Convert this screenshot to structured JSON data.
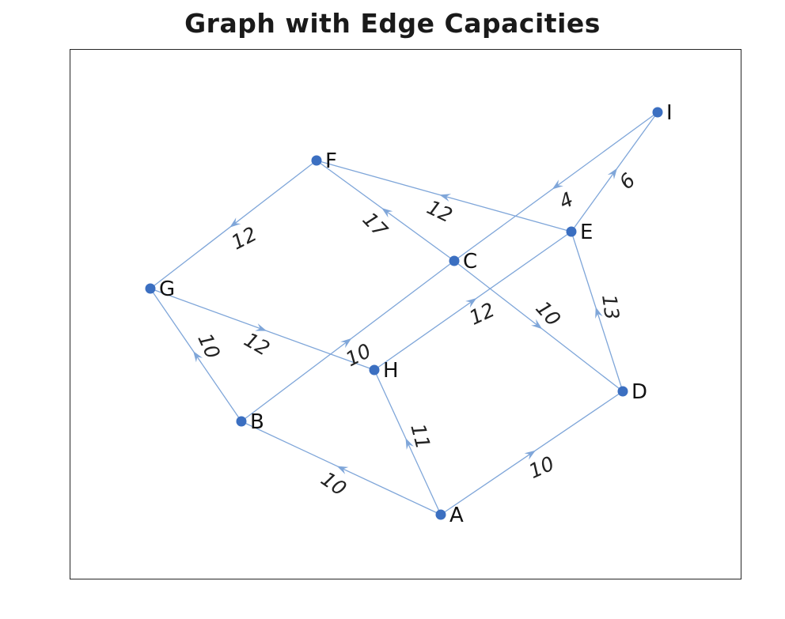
{
  "title": "Graph with Edge Capacities",
  "colors": {
    "edge": "#7fa6d9",
    "node": "#3b6fc1",
    "text": "#111111"
  },
  "nodes": [
    {
      "id": "A",
      "label": "A"
    },
    {
      "id": "B",
      "label": "B"
    },
    {
      "id": "C",
      "label": "C"
    },
    {
      "id": "D",
      "label": "D"
    },
    {
      "id": "E",
      "label": "E"
    },
    {
      "id": "F",
      "label": "F"
    },
    {
      "id": "G",
      "label": "G"
    },
    {
      "id": "H",
      "label": "H"
    },
    {
      "id": "I",
      "label": "I"
    }
  ],
  "edges": [
    {
      "source": "A",
      "target": "B",
      "capacity": "10"
    },
    {
      "source": "A",
      "target": "D",
      "capacity": "10"
    },
    {
      "source": "A",
      "target": "H",
      "capacity": "11"
    },
    {
      "source": "B",
      "target": "C",
      "capacity": "10"
    },
    {
      "source": "C",
      "target": "F",
      "capacity": "17"
    },
    {
      "source": "C",
      "target": "D",
      "capacity": "10"
    },
    {
      "source": "D",
      "target": "E",
      "capacity": "13"
    },
    {
      "source": "E",
      "target": "F",
      "capacity": "12"
    },
    {
      "source": "E",
      "target": "I",
      "capacity": "6"
    },
    {
      "source": "I",
      "target": "C",
      "capacity": "4"
    },
    {
      "source": "F",
      "target": "G",
      "capacity": "12"
    },
    {
      "source": "G",
      "target": "H",
      "capacity": "12"
    },
    {
      "source": "H",
      "target": "E",
      "capacity": "12"
    },
    {
      "source": "B",
      "target": "G",
      "capacity": "10"
    }
  ]
}
